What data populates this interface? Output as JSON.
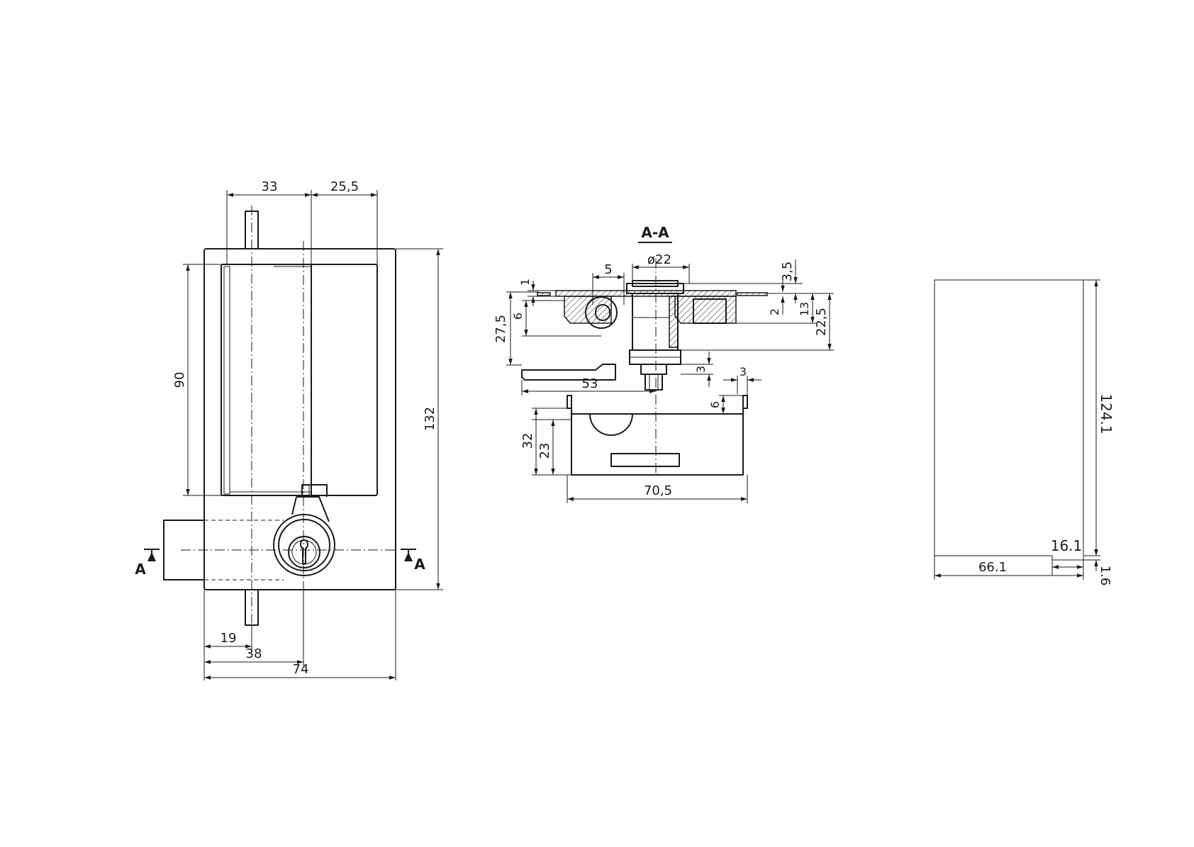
{
  "front_view": {
    "dimensions": {
      "d33": "33",
      "d25_5": "25,5",
      "d90": "90",
      "d132": "132",
      "d19": "19",
      "d38": "38",
      "d74": "74"
    },
    "section_markers": {
      "left": "A",
      "right": "A"
    }
  },
  "section_view": {
    "title": "A-A",
    "dimensions": {
      "dia22": "ø22",
      "d5": "5",
      "d1": "1",
      "d6_top": "6",
      "d27_5": "27,5",
      "d3_5": "3,5",
      "d2": "2",
      "d13": "13",
      "d22_5": "22,5",
      "d3_mid": "3",
      "d53": "53",
      "d3_right": "3",
      "d6_right": "6",
      "d32": "32",
      "d23": "23",
      "d70_5": "70,5"
    }
  },
  "cutout_view": {
    "dimensions": {
      "d124_1": "124.1",
      "d16_1": "16.1",
      "d66_1": "66.1",
      "d1_6": "1.6"
    }
  }
}
